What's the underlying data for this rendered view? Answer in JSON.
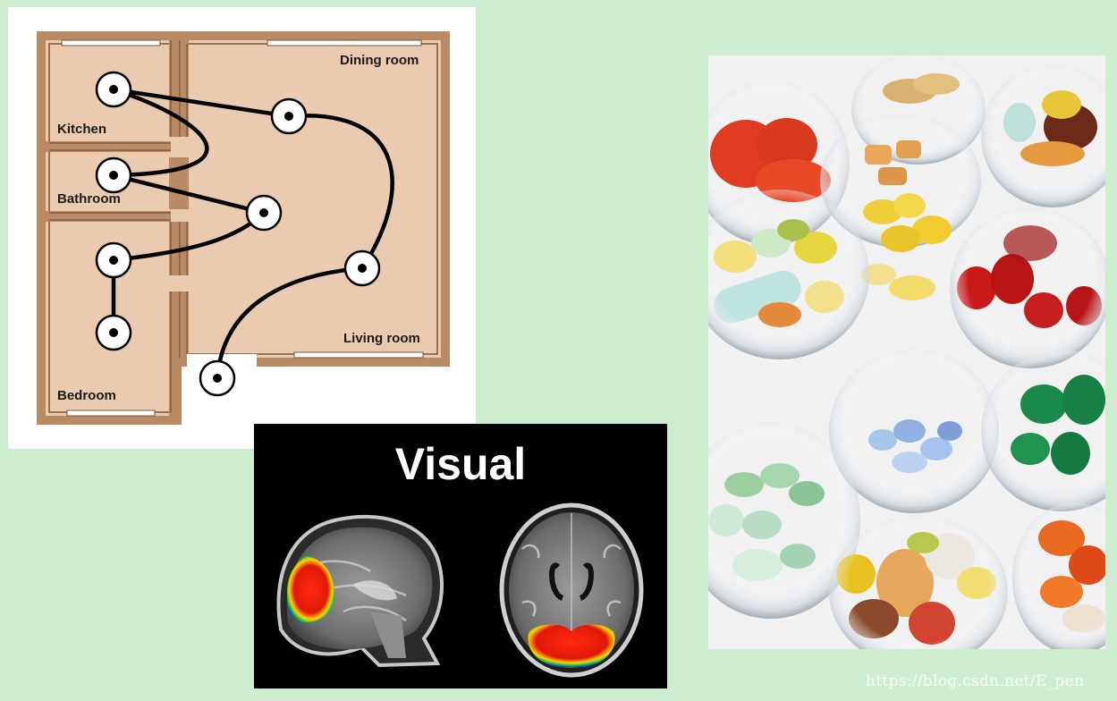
{
  "floorplan": {
    "rooms": {
      "dining": "Dining room",
      "kitchen": "Kitchen",
      "bathroom": "Bathroom",
      "living": "Living room",
      "bedroom": "Bedroom"
    }
  },
  "brain": {
    "title": "Visual"
  },
  "watermark": "https://blog.csdn.net/E_pen",
  "colors": {
    "background": "#cdecd0",
    "floor": "#e9cbb0",
    "wall": "#b98a63",
    "activation_hot": "#e02010",
    "activation_cold": "#1a40d8"
  }
}
